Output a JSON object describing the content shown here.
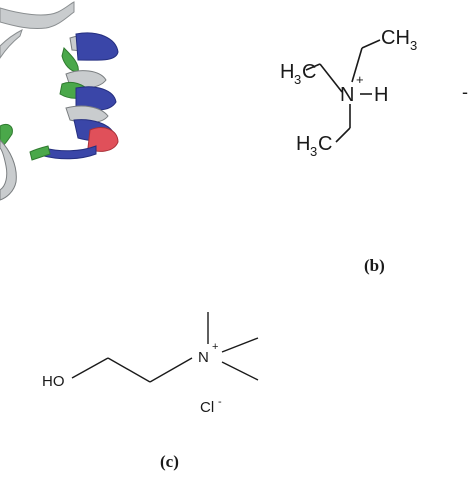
{
  "panel_b": {
    "label": "(b)",
    "atoms": {
      "ch3_top": "CH",
      "ch3_top_sub": "3",
      "h3c_left": "H",
      "h3c_left_sub": "3",
      "h3c_left_c": "C",
      "h3c_bottom": "H",
      "h3c_bottom_sub": "3",
      "h3c_bottom_c": "C",
      "nitrogen": "N",
      "charge": "+",
      "hydrogen": "H",
      "dash": "-"
    }
  },
  "panel_c": {
    "label": "(c)",
    "atoms": {
      "hydroxyl": "HO",
      "nitrogen": "N",
      "charge": "+",
      "chloride": "Cl",
      "chloride_charge": "-"
    }
  },
  "ribbon_colors": {
    "white": "#c9ccce",
    "green": "#4aa84a",
    "blue": "#3a46a8",
    "red": "#e0505a"
  }
}
